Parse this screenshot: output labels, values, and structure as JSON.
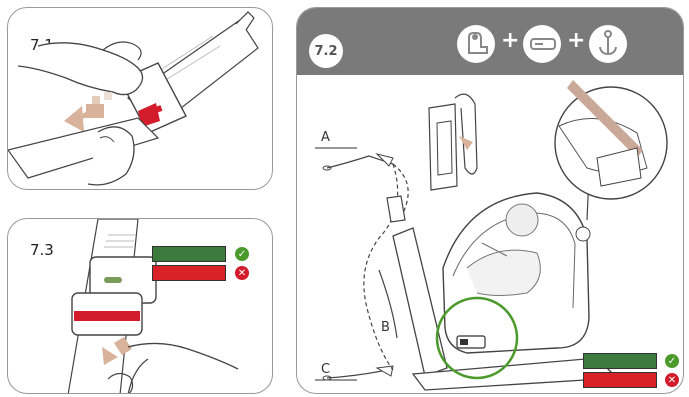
{
  "steps": {
    "s71": "7.1",
    "s73": "7.3",
    "s72": "7.2"
  },
  "labels": {
    "a": "A",
    "b": "B",
    "c": "C"
  },
  "colors": {
    "correct": "#3d7a3d",
    "incorrect": "#d92128",
    "header": "#7a7a7a",
    "check": "#4b9a2c",
    "cross": "#d21c2b"
  },
  "header_icons": [
    "car-seat-icon",
    "isofix-connector-icon",
    "top-tether-anchor-icon"
  ],
  "symbols": {
    "plus": "+",
    "check": "✓",
    "cross": "✕"
  }
}
